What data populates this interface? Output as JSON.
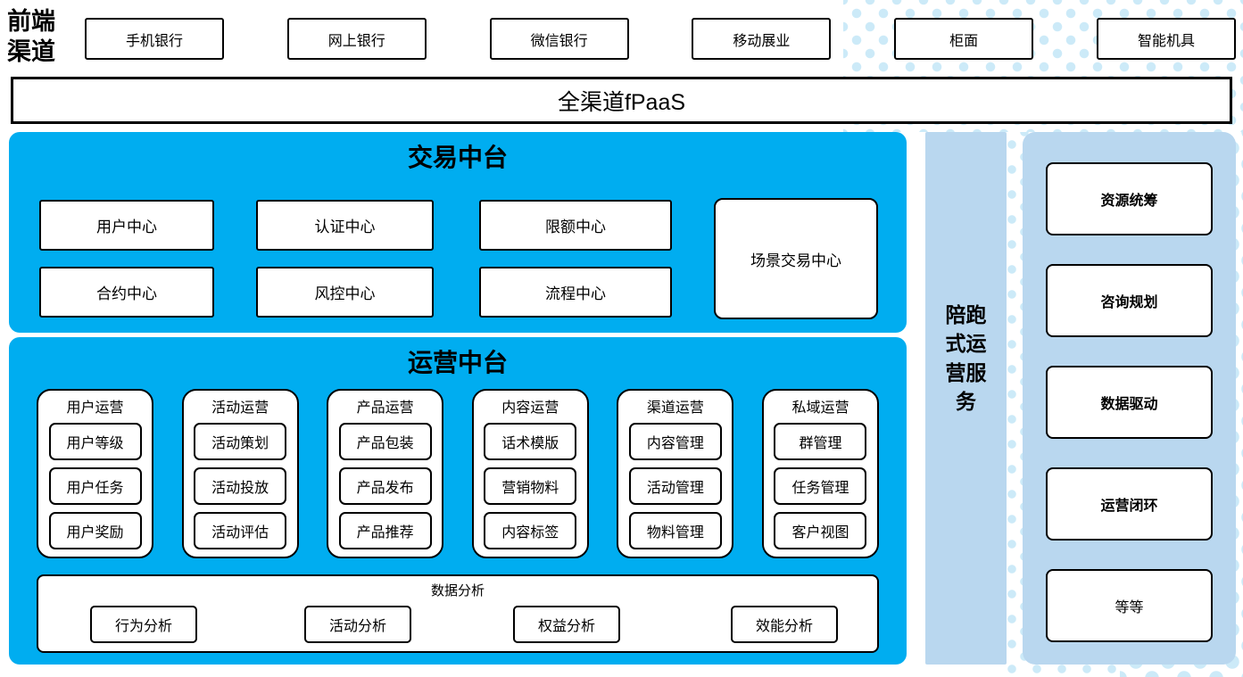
{
  "front_channels": {
    "label": "前端渠道",
    "items": [
      "手机银行",
      "网上银行",
      "微信银行",
      "移动展业",
      "柜面",
      "智能机具"
    ]
  },
  "fpaas": {
    "label": "全渠道fPaaS"
  },
  "trade_platform": {
    "title": "交易中台",
    "boxes": [
      "用户中心",
      "认证中心",
      "限额中心",
      "合约中心",
      "风控中心",
      "流程中心"
    ],
    "scene_box": "场景交易中心"
  },
  "ops_platform": {
    "title": "运营中台",
    "columns": [
      {
        "header": "用户运营",
        "items": [
          "用户等级",
          "用户任务",
          "用户奖励"
        ]
      },
      {
        "header": "活动运营",
        "items": [
          "活动策划",
          "活动投放",
          "活动评估"
        ]
      },
      {
        "header": "产品运营",
        "items": [
          "产品包装",
          "产品发布",
          "产品推荐"
        ]
      },
      {
        "header": "内容运营",
        "items": [
          "话术模版",
          "营销物料",
          "内容标签"
        ]
      },
      {
        "header": "渠道运营",
        "items": [
          "内容管理",
          "活动管理",
          "物料管理"
        ]
      },
      {
        "header": "私域运营",
        "items": [
          "群管理",
          "任务管理",
          "客户视图"
        ]
      }
    ],
    "analysis": {
      "title": "数据分析",
      "items": [
        "行为分析",
        "活动分析",
        "权益分析",
        "效能分析"
      ]
    }
  },
  "side_strip": {
    "label": "陪跑式运营服务"
  },
  "service_panel": {
    "items": [
      "资源统筹",
      "咨询规划",
      "数据驱动",
      "运营闭环",
      "等等"
    ]
  },
  "colors": {
    "accent_blue": "#00ADF0",
    "panel_blue": "#B9D7EF",
    "dot_blue": "#CCEAF8",
    "border_black": "#000000",
    "box_white": "#FFFFFF"
  }
}
